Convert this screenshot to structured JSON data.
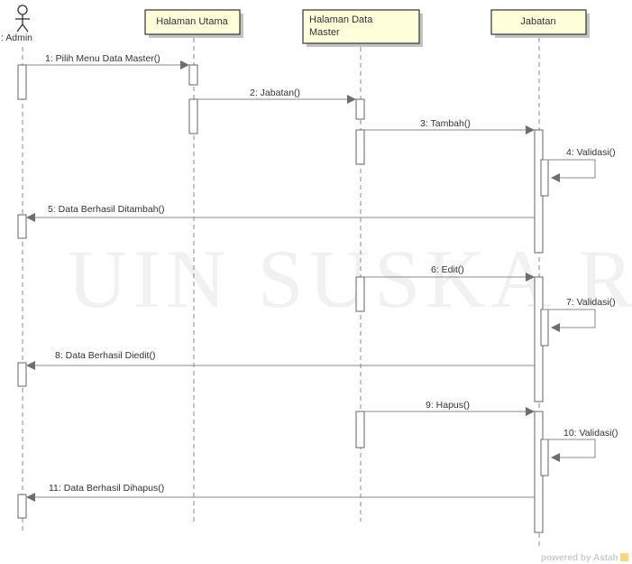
{
  "watermark": "UIN SUSKA RIAU",
  "footer": "powered by Astah",
  "actor": {
    "label": ": Admin"
  },
  "lifelines": [
    {
      "label_lines": [
        "Halaman Utama"
      ]
    },
    {
      "label_lines": [
        "Halaman Data",
        "Master"
      ]
    },
    {
      "label_lines": [
        "Jabatan"
      ]
    }
  ],
  "messages": [
    {
      "label": "1: Pilih Menu Data Master()"
    },
    {
      "label": "2: Jabatan()"
    },
    {
      "label": "3: Tambah()"
    },
    {
      "label": "4: Validasi()"
    },
    {
      "label": "5: Data Berhasil Ditambah()"
    },
    {
      "label": "6: Edit()"
    },
    {
      "label": "7: Validasi()"
    },
    {
      "label": "8: Data Berhasil Diedit()"
    },
    {
      "label": "9: Hapus()"
    },
    {
      "label": "10: Validasi()"
    },
    {
      "label": "11: Data Berhasil Dihapus()"
    }
  ],
  "colors": {
    "box_fill": "#ffffdc",
    "box_border": "#333333",
    "line": "#888888",
    "arrowhead": "#6e6e6e",
    "text": "#333333",
    "watermark": "#f1f1f1",
    "footer": "#cccccc",
    "footer_logo": "#f2c45a"
  }
}
